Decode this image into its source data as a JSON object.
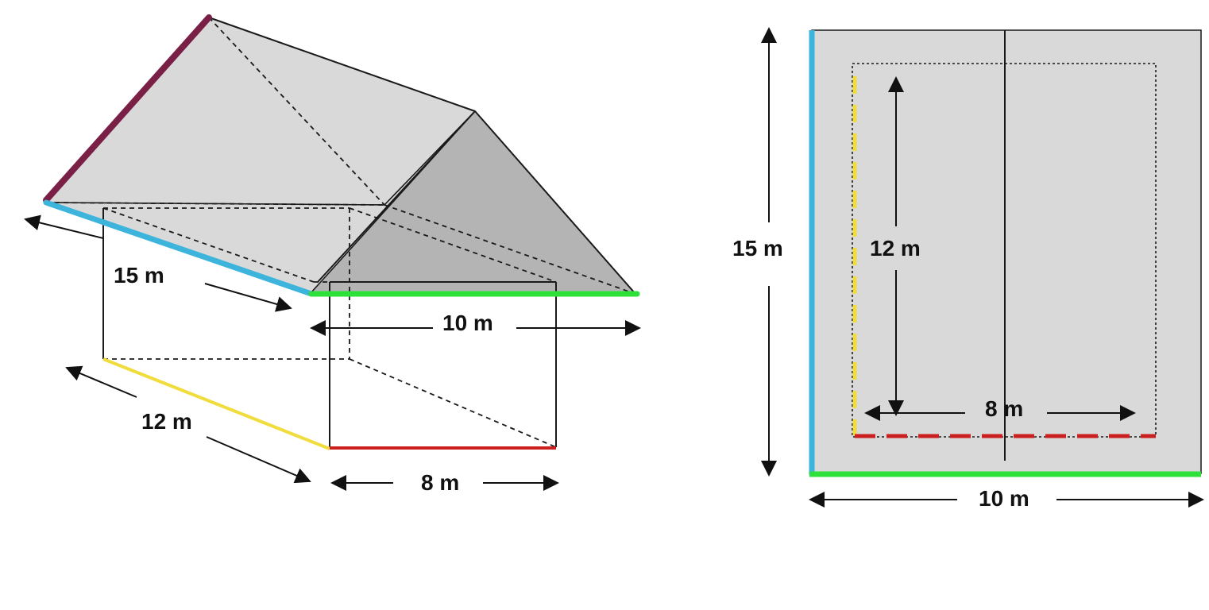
{
  "colors": {
    "roof_edge": "#7a1f45",
    "length_edge": "#3cb4dc",
    "width_edge": "#2ee03a",
    "house_length_edge": "#f0dc3c",
    "house_width_edge": "#cc1f1f",
    "face_light": "#d9d9d9",
    "face_dark": "#b4b4b4",
    "plan_fill": "#d9d9d9"
  },
  "prism_view": {
    "roof_length_label": "15 m",
    "roof_width_label": "10 m",
    "house_length_label": "12 m",
    "house_width_label": "8 m"
  },
  "plan_view": {
    "roof_length_label": "15 m",
    "roof_width_label": "10 m",
    "house_length_label": "12 m",
    "house_width_label": "8 m"
  }
}
